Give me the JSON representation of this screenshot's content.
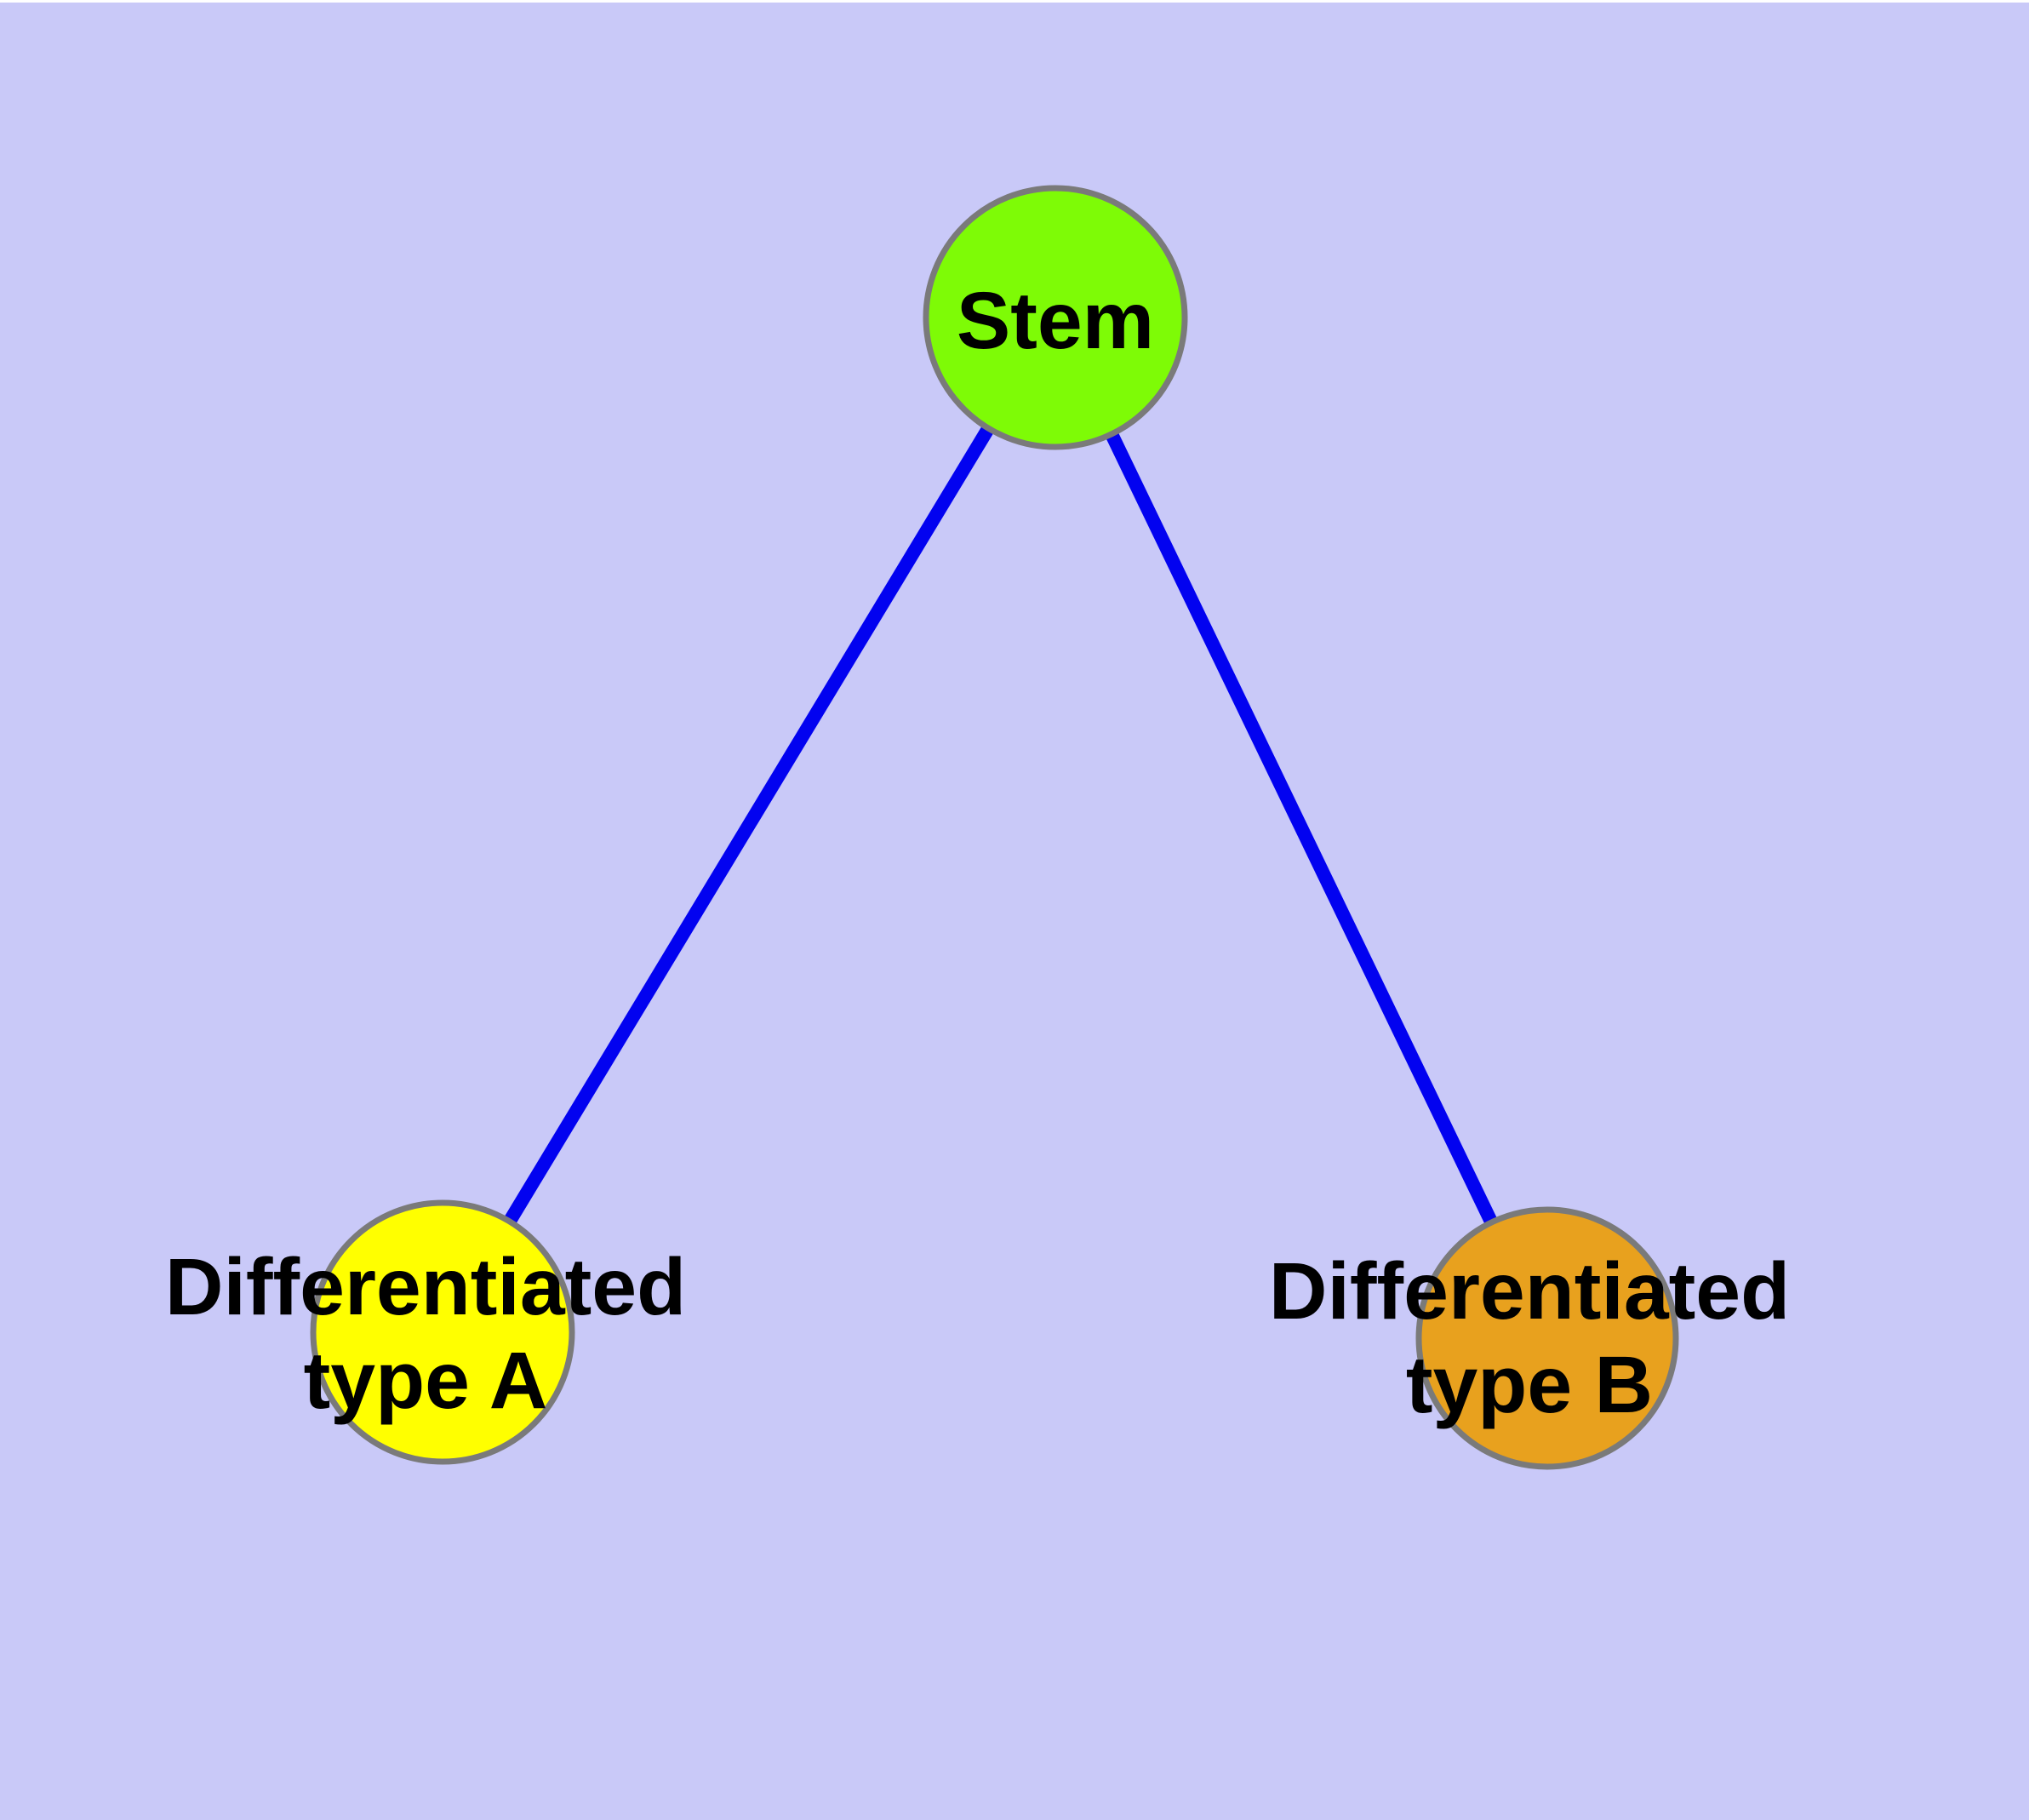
{
  "diagram": {
    "background_color": "#C9C9F8",
    "edge_color": "#0202F0",
    "node_border_color": "#7A7A7A",
    "label_color": "#000000",
    "nodes": [
      {
        "id": "stem",
        "label": "Stem",
        "fill": "#7EFB06"
      },
      {
        "id": "differentiated-type-a",
        "label_line1": "Differentiated",
        "label_line2": "type A",
        "fill": "#FFFF00"
      },
      {
        "id": "differentiated-type-b",
        "label_line1": "Differentiated",
        "label_line2": "type B",
        "fill": "#E8A11E"
      }
    ],
    "edges": [
      {
        "from": "Stem",
        "to": "Differentiated type A"
      },
      {
        "from": "Stem",
        "to": "Differentiated type B"
      }
    ]
  }
}
